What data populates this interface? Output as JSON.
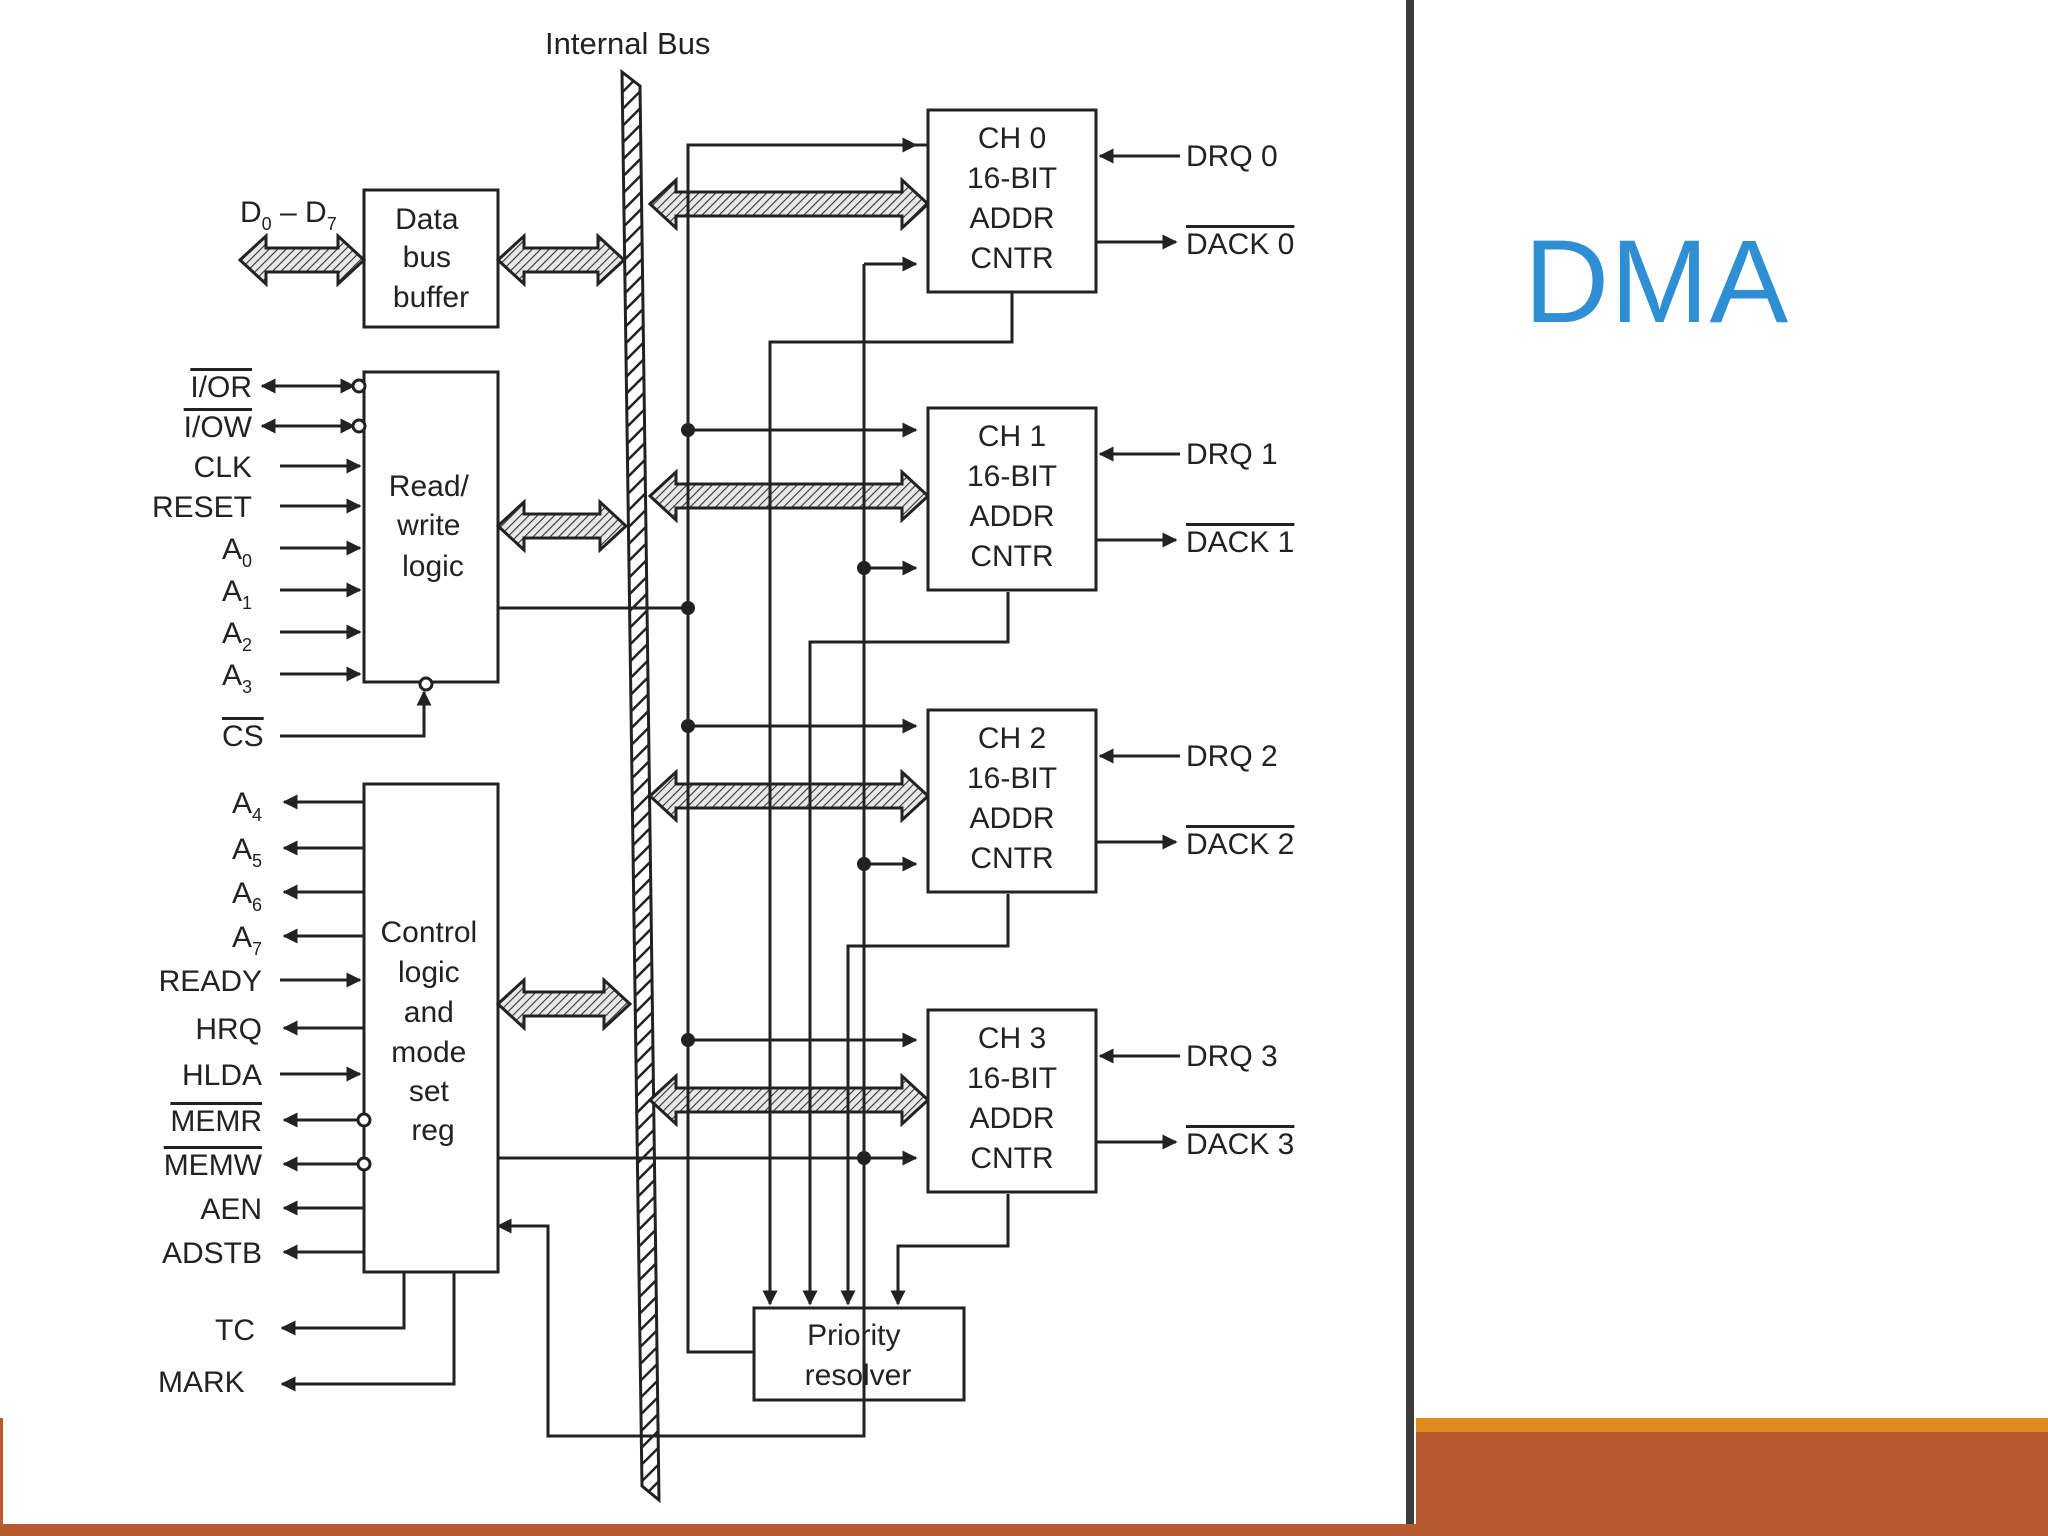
{
  "slide": {
    "title": "DMA"
  },
  "diagram": {
    "bus_title": "Internal Bus",
    "data_bus_label": {
      "main": "D",
      "sub0": "0",
      "dash": " – D",
      "sub7": "7"
    },
    "blocks": {
      "data_buffer": [
        "Data",
        "bus",
        "buffer"
      ],
      "rw_logic": [
        "Read/",
        "write",
        "logic"
      ],
      "control": [
        "Control",
        "logic",
        "and",
        "mode",
        "set",
        "reg"
      ],
      "priority": [
        "Priority",
        "resolver"
      ]
    },
    "rw_signals": [
      "I/OR",
      "I/OW",
      "CLK",
      "RESET",
      "A0",
      "A1",
      "A2",
      "A3"
    ],
    "cs_label": "CS",
    "control_signals": [
      "A4",
      "A5",
      "A6",
      "A7",
      "READY",
      "HRQ",
      "HLDA",
      "MEMR",
      "MEMW",
      "AEN",
      "ADSTB"
    ],
    "tc_label": "TC",
    "mark_label": "MARK",
    "channels": [
      {
        "lines": [
          "CH 0",
          "16-BIT",
          "ADDR",
          "CNTR"
        ],
        "drq": "DRQ 0",
        "dack": "DACK 0"
      },
      {
        "lines": [
          "CH 1",
          "16-BIT",
          "ADDR",
          "CNTR"
        ],
        "drq": "DRQ 1",
        "dack": "DACK 1"
      },
      {
        "lines": [
          "CH 2",
          "16-BIT",
          "ADDR",
          "CNTR"
        ],
        "drq": "DRQ 2",
        "dack": "DACK 2"
      },
      {
        "lines": [
          "CH 3",
          "16-BIT",
          "ADDR",
          "CNTR"
        ],
        "drq": "DRQ 3",
        "dack": "DACK 3"
      }
    ]
  }
}
